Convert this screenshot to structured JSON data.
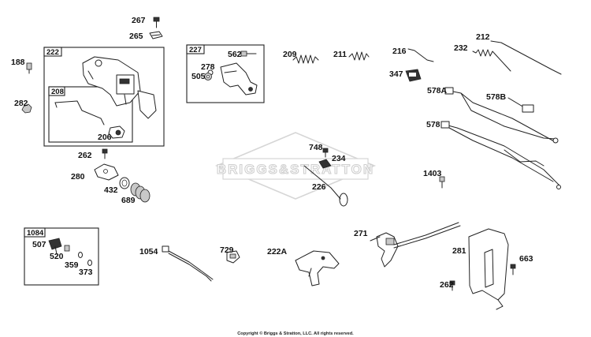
{
  "watermark": {
    "text": "BRIGGS&STRATTON"
  },
  "copyright": "Copyright © Briggs & Stratton, LLC. All rights reserved.",
  "group_boxes": [
    "222",
    "208",
    "227",
    "1084"
  ],
  "callouts": [
    "267",
    "265",
    "188",
    "282",
    "206",
    "562",
    "278",
    "505",
    "209",
    "211",
    "216",
    "232",
    "212",
    "347",
    "578A",
    "578B",
    "578",
    "262",
    "280",
    "432",
    "689",
    "748",
    "234",
    "226",
    "1403",
    "507",
    "520",
    "359",
    "373",
    "1054",
    "729",
    "222A",
    "271",
    "281",
    "663",
    "262"
  ]
}
